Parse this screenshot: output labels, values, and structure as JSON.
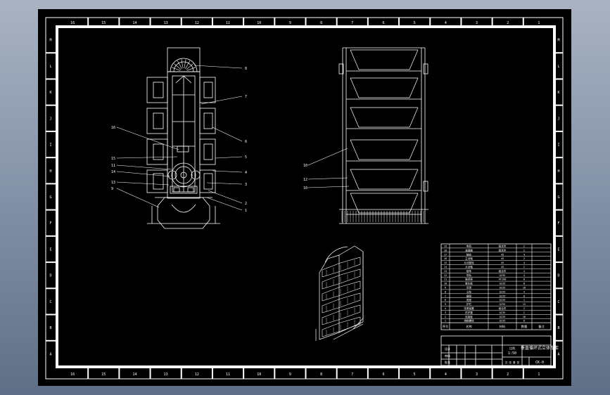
{
  "border": {
    "top_numbers": [
      "16",
      "15",
      "14",
      "13",
      "12",
      "11",
      "10",
      "9",
      "8",
      "7",
      "6",
      "5",
      "4",
      "3",
      "2",
      "1"
    ],
    "bottom_numbers": [
      "16",
      "15",
      "14",
      "13",
      "12",
      "11",
      "10",
      "9",
      "8",
      "7",
      "6",
      "5",
      "4",
      "3",
      "2",
      "1"
    ],
    "side_letters": [
      "M",
      "L",
      "K",
      "J",
      "I",
      "H",
      "G",
      "F",
      "E",
      "D",
      "C",
      "B",
      "A"
    ]
  },
  "front_view": {
    "leader_labels_right": [
      "8",
      "7",
      "6",
      "5",
      "4",
      "3",
      "2",
      "1"
    ],
    "leader_labels_left": [
      "16",
      "15",
      "11",
      "14",
      "13",
      "9"
    ]
  },
  "side_view": {
    "leader_labels": [
      "10",
      "12",
      "10"
    ]
  },
  "parts_table": {
    "rows": [
      {
        "no": "19",
        "name": "电机",
        "material": "组合件",
        "qty": "2"
      },
      {
        "no": "18",
        "name": "减速器",
        "material": "组合件",
        "qty": "2"
      },
      {
        "no": "17",
        "name": "链轮",
        "material": "45",
        "qty": "4"
      },
      {
        "no": "16",
        "name": "主动轴",
        "material": "45",
        "qty": "2"
      },
      {
        "no": "15",
        "name": "从动链轮",
        "material": "45",
        "qty": "4"
      },
      {
        "no": "14",
        "name": "从动轴",
        "material": "45",
        "qty": "2"
      },
      {
        "no": "13",
        "name": "链条",
        "material": "组合件",
        "qty": "4"
      },
      {
        "no": "12",
        "name": "导轨",
        "material": "Q235",
        "qty": "4"
      },
      {
        "no": "11",
        "name": "轴承座",
        "material": "HT200",
        "qty": "8"
      },
      {
        "no": "10",
        "name": "载车板",
        "material": "Q235",
        "qty": "8"
      },
      {
        "no": "9",
        "name": "吊架",
        "material": "Q235",
        "qty": "16"
      },
      {
        "no": "8",
        "name": "立柱",
        "material": "Q235",
        "qty": "4"
      },
      {
        "no": "7",
        "name": "横梁",
        "material": "Q235",
        "qty": "8"
      },
      {
        "no": "6",
        "name": "底座",
        "material": "Q235",
        "qty": "1"
      },
      {
        "no": "5",
        "name": "护栏",
        "material": "Q235",
        "qty": "12"
      },
      {
        "no": "4",
        "name": "张紧装置",
        "material": "组合件",
        "qty": "2"
      },
      {
        "no": "3",
        "name": "防护罩",
        "material": "Q235",
        "qty": "2"
      },
      {
        "no": "2",
        "name": "连接板",
        "material": "Q235",
        "qty": "16"
      },
      {
        "no": "1",
        "name": "地脚螺栓",
        "material": "Q235",
        "qty": "8"
      }
    ],
    "header": {
      "no": "序号",
      "name": "名称",
      "material": "材料",
      "qty": "数量",
      "note": "备注"
    }
  },
  "title_block": {
    "drawing_title": "垂直循环式立体车库",
    "drawing_number": "CK-0",
    "scale": "1:50",
    "labels": {
      "designer": "设计",
      "checker": "审核",
      "approver": "批准",
      "scale_label": "比例",
      "sheet_label": "共 张 第 张"
    }
  }
}
